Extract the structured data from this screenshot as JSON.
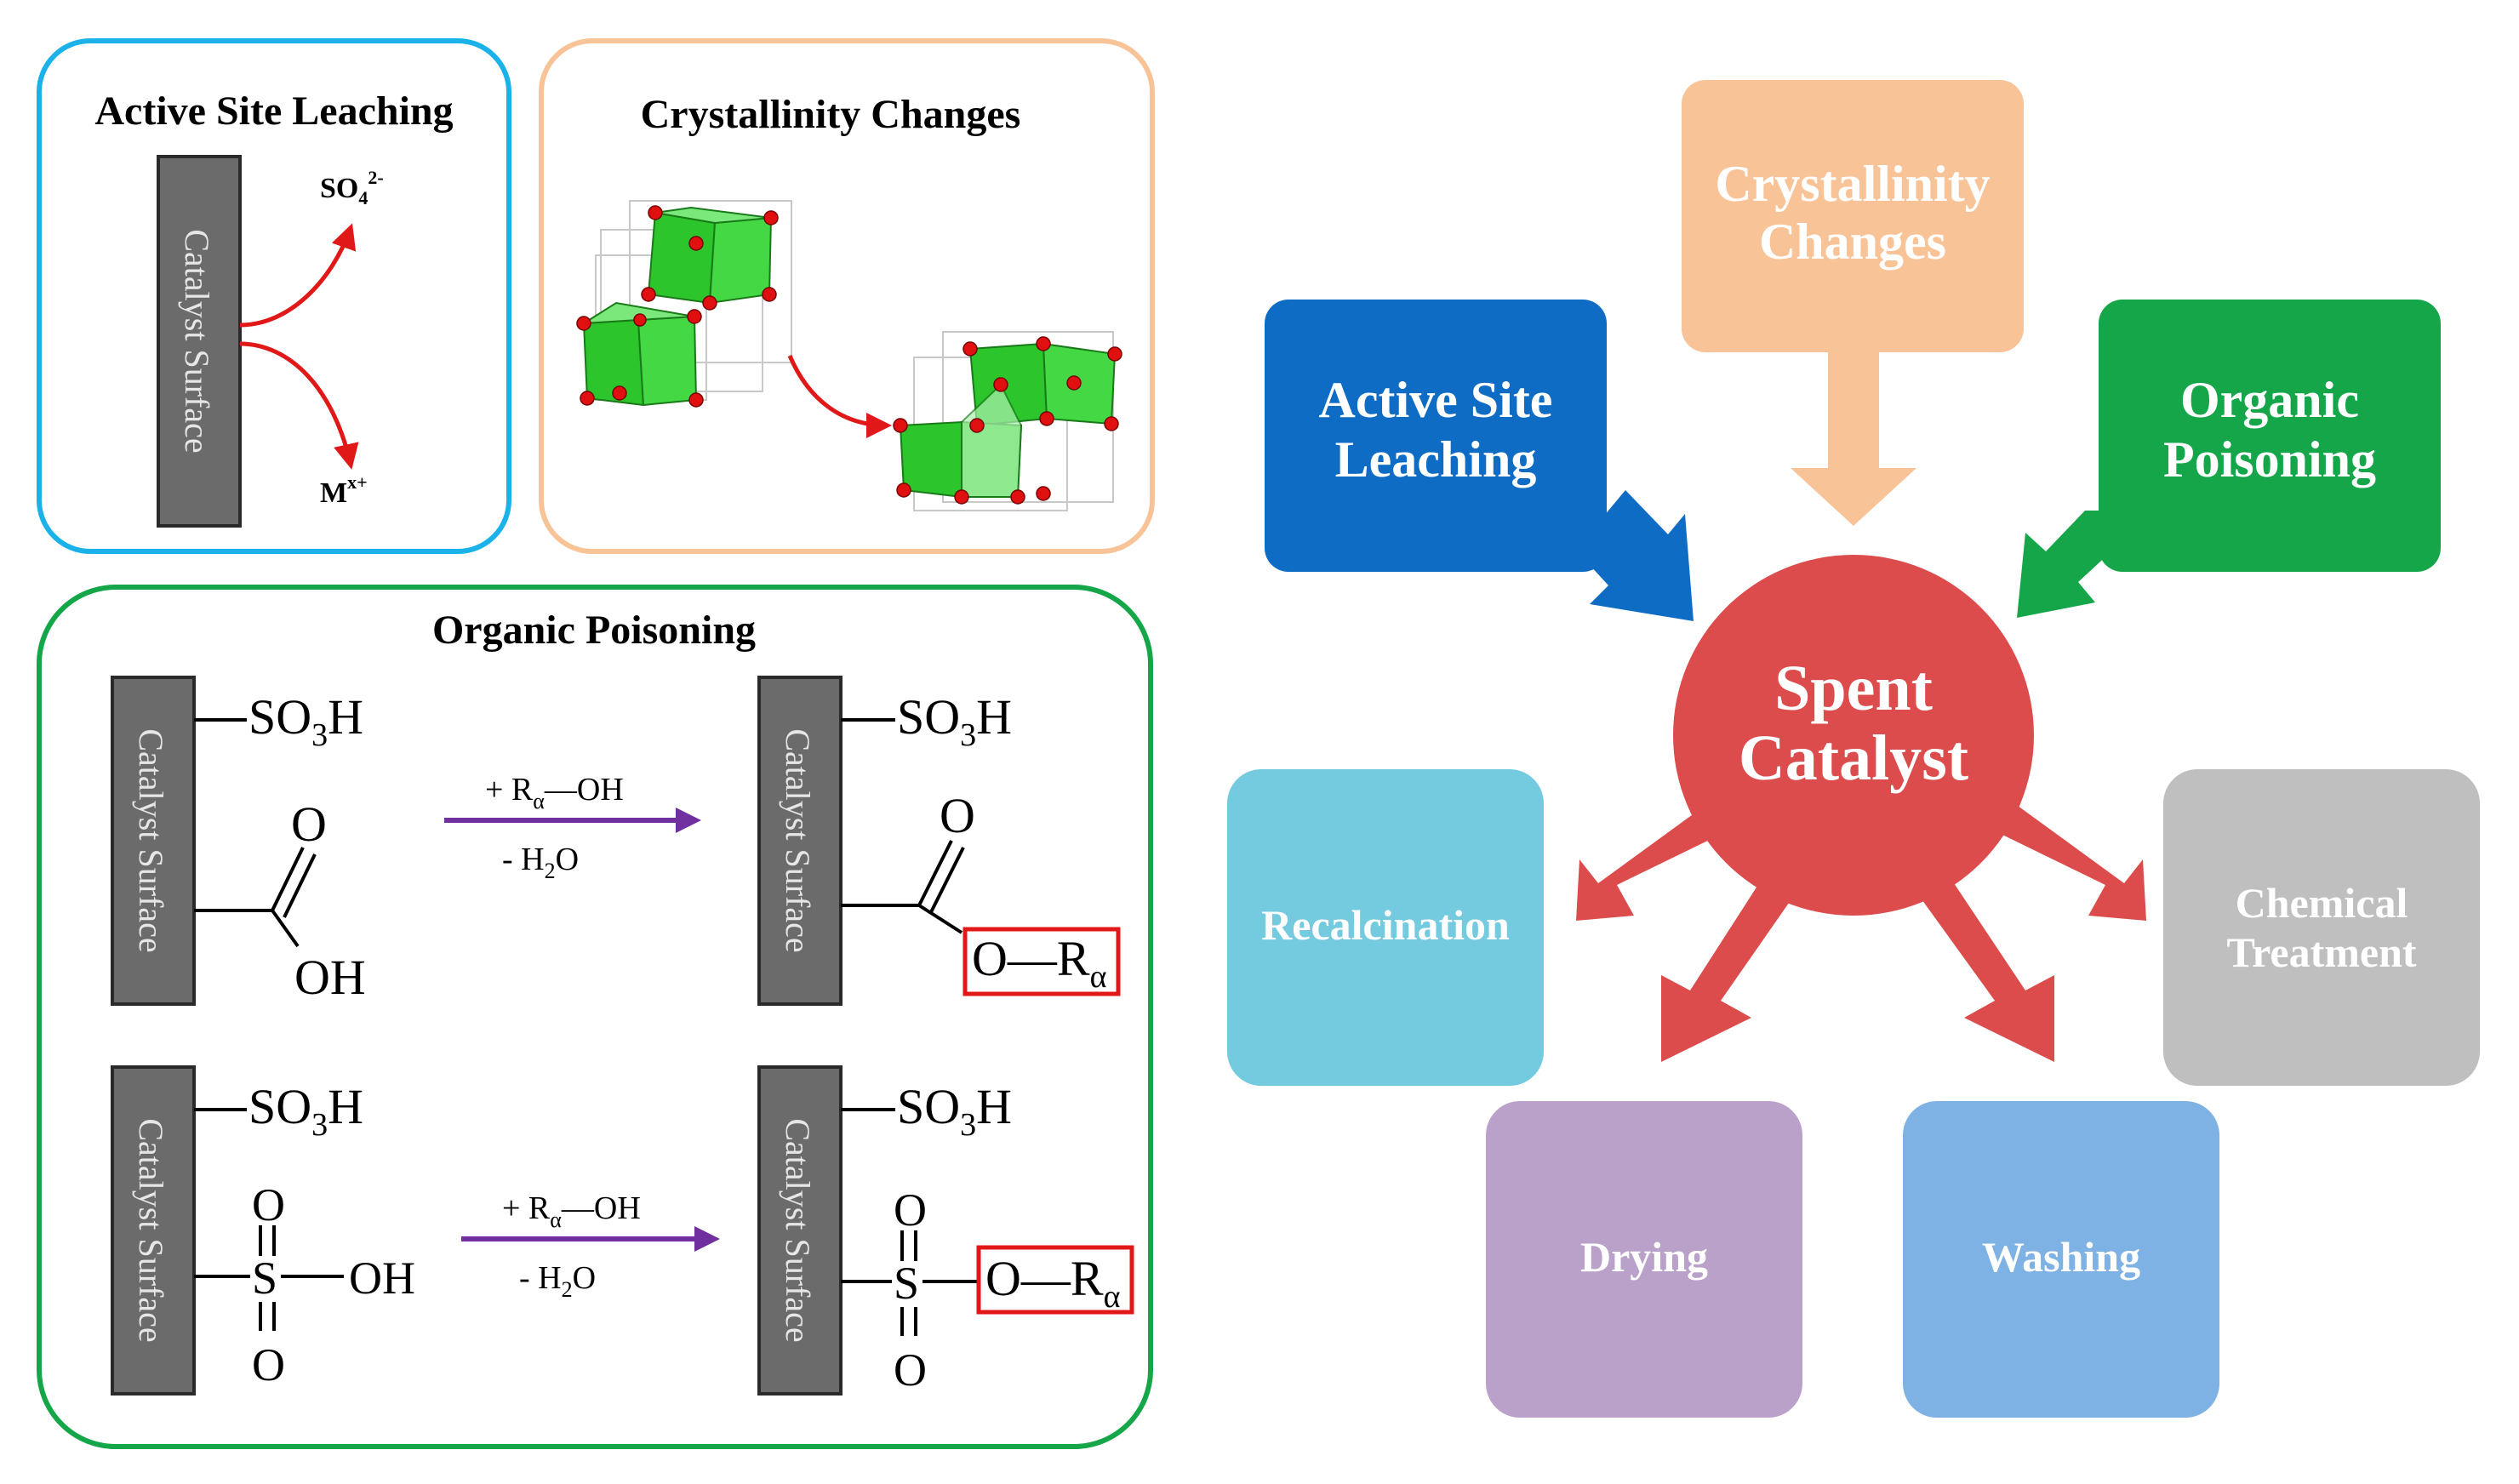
{
  "panels": {
    "leaching": {
      "title": "Active Site Leaching",
      "surface": "Catalyst Surface",
      "product_top": "SO",
      "product_top_sub": "4",
      "product_top_sup": "2-",
      "product_bottom": "M",
      "product_bottom_sup": "x+"
    },
    "crystallinity": {
      "title": "Crystallinity Changes"
    },
    "poisoning": {
      "title": "Organic Poisoning",
      "surface": "Catalyst Surface",
      "so3h": "SO",
      "so3h_sub": "3",
      "so3h_h": "H",
      "o": "O",
      "oh": "OH",
      "s": "S",
      "bond_oh": "—OH",
      "reagent_plus": "+ R",
      "reagent_sub": "α",
      "reagent_oh": "—OH",
      "water_minus": "- H",
      "water_sub": "2",
      "water_o": "O",
      "ester": "O—R",
      "ester_sub": "α"
    }
  },
  "flow": {
    "center": "Spent\nCatalyst",
    "center_line1": "Spent",
    "center_line2": "Catalyst",
    "causes": [
      {
        "line1": "Active Site",
        "line2": "Leaching",
        "color": "#0f6cc4"
      },
      {
        "line1": "Crystallinity",
        "line2": "Changes",
        "color": "#f9c398"
      },
      {
        "line1": "Organic",
        "line2": "Poisoning",
        "color": "#14a649"
      }
    ],
    "remedies": [
      {
        "line1": "Recalcination",
        "line2": "",
        "color": "#74cadf"
      },
      {
        "line1": "Drying",
        "line2": "",
        "color": "#b9a1c9"
      },
      {
        "line1": "Washing",
        "line2": "",
        "color": "#7fb2e4"
      },
      {
        "line1": "Chemical",
        "line2": "Treatment",
        "color": "#bfbfbf"
      }
    ],
    "center_color": "#dd4c4c",
    "arrow_color": "#dd4c4c"
  }
}
